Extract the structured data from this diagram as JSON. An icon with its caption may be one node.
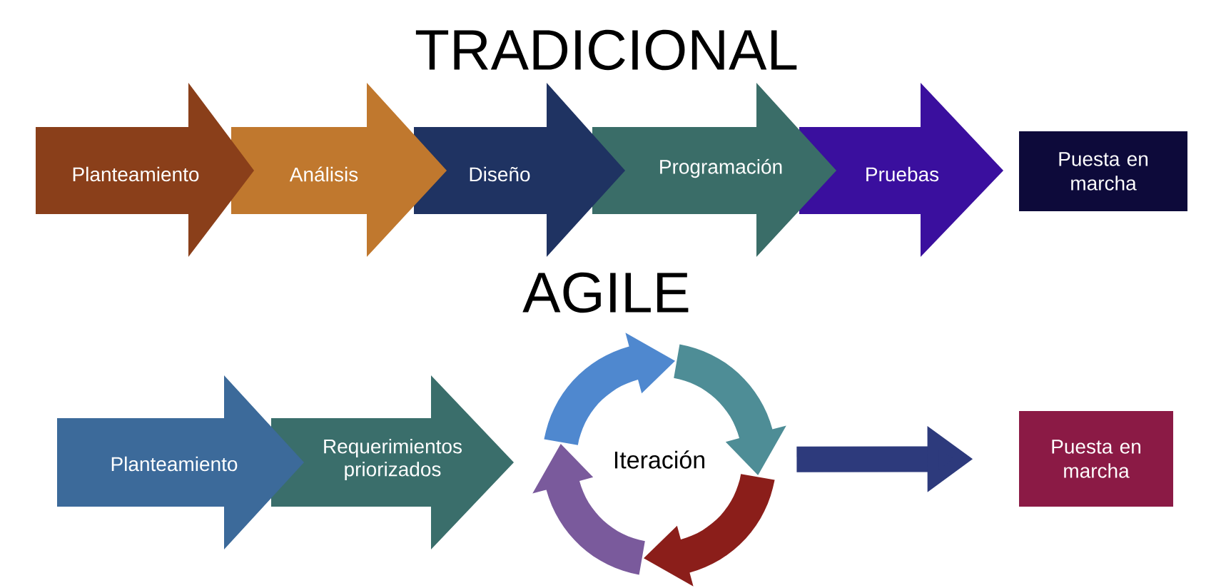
{
  "diagram": {
    "nodes": [
      {
        "text": [
          "Planteamiento"
        ]
      },
      {
        "text": [
          "Análisis"
        ]
      },
      {
        "text": [
          "Diseño"
        ]
      },
      {
        "text": [
          "Programación"
        ]
      },
      {
        "text": [
          "Pruebas"
        ]
      },
      {
        "text": [
          "Puesta en marcha"
        ]
      },
      {
        "text": [
          "Planteamiento"
        ]
      },
      {
        "text": [
          "Requerimientos priorizados"
        ]
      },
      {
        "text": [
          "Iteración"
        ]
      },
      {
        "text": [
          "Puesta en marcha"
        ]
      }
    ],
    "edges": [
      {
        "from": 8,
        "to": 9,
        "arrow": "to"
      }
    ],
    "labels": [
      "TRADICIONAL",
      "AGILE"
    ]
  }
}
